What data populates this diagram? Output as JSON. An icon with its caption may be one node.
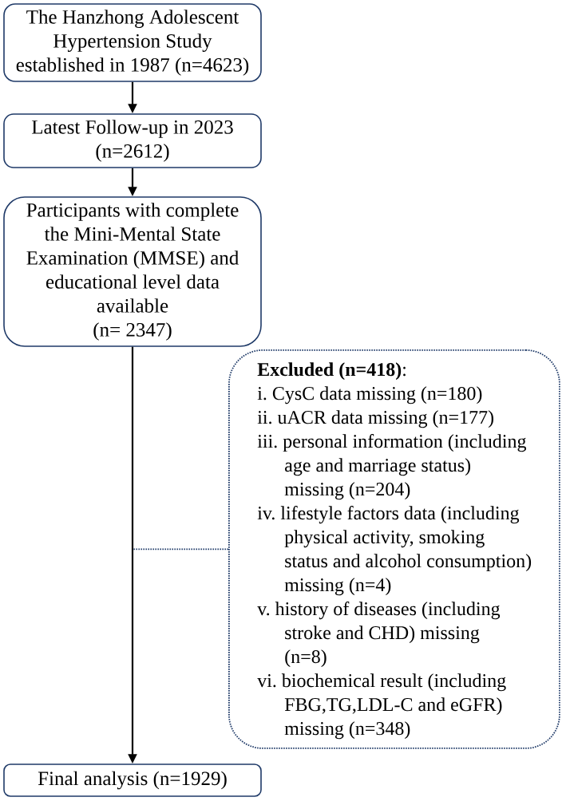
{
  "diagram": {
    "nodes": [
      {
        "text": [
          "The Hanzhong Adolescent Hypertension Study established in 1987 (n=4623)"
        ]
      },
      {
        "text": [
          "Latest Follow-up in 2023 (n=2612)"
        ]
      },
      {
        "text": [
          "Participants with complete the Mini-Mental State Examination (MMSE) and educational level data available",
          "(n= 2347)"
        ]
      },
      {
        "text": [
          "**Excluded (n=418)**:",
          "i. CysC data missing (n=180)",
          "ii. uACR data missing (n=177)",
          "iii. personal information (including age and marriage status) missing (n=204)",
          "iv. lifestyle factors data (including physical activity, smoking status and alcohol consumption) missing (n=4)",
          "v. history of diseases (including stroke and CHD) missing (n=8)",
          "vi. biochemical result (including FBG,TG,LDL-C and eGFR) missing (n=348)"
        ]
      },
      {
        "text": [
          "Final analysis (n=1929)"
        ]
      }
    ],
    "edges": [
      {
        "from": 0,
        "to": 1,
        "arrow": "to"
      },
      {
        "from": 1,
        "to": 2,
        "arrow": "to"
      },
      {
        "from": 2,
        "to": 4,
        "arrow": "to"
      },
      {
        "from": 2,
        "to": 3,
        "arrow": "none",
        "style": "dashed",
        "color": "#1f3a68"
      }
    ]
  }
}
